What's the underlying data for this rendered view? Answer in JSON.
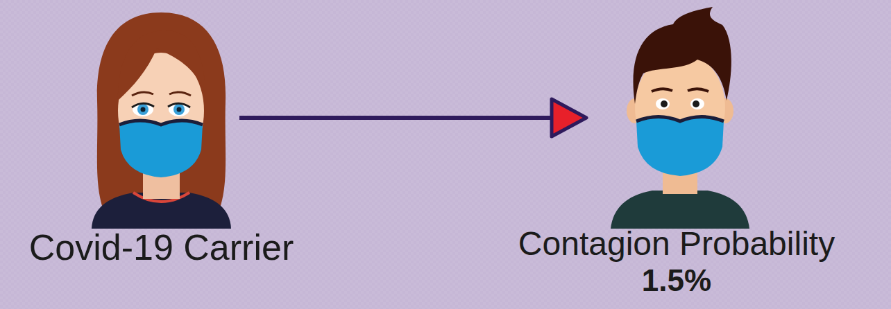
{
  "diagram": {
    "nodes": [
      {
        "text": [
          "Covid-19 Carrier"
        ]
      },
      {
        "text": [
          "Contagion Probability",
          "1.5%"
        ]
      }
    ],
    "edges": [
      {
        "from": 0,
        "to": 1,
        "arrow": "to"
      }
    ]
  }
}
